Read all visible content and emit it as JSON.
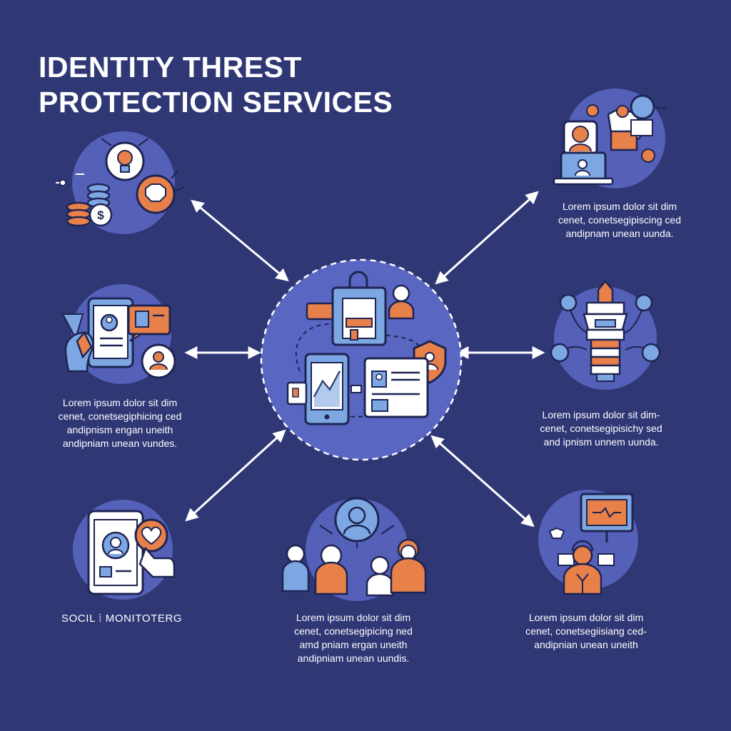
{
  "title": {
    "line1": "IDENTITY THREST",
    "line2": "PROTECTION SERVICES"
  },
  "captions": {
    "top_right": [
      "Lorem ipsum dolor sit dim",
      "cenet, conetsegipiscing ced",
      "andipnam unean uunda."
    ],
    "middle_left": [
      "Lorem ipsum dolor sit dim",
      "cenet, conetsegiphicing ced",
      "andipnism engan uneith",
      "andipniam unean vundes."
    ],
    "middle_right": [
      "Lorem ipsum dolor sit dim-",
      "cenet, conetsegipisichy sed",
      "and ipnism unnem uunda."
    ],
    "bottom_center": [
      "Lorem ipsum dolor sit dim",
      "cenet, conetsegipicing ned",
      "amd pniam ergan uneith",
      "andipniam unean uundis."
    ],
    "bottom_right": [
      "Lorem ipsum dolor sit dim",
      "cenet, conetsegiisiang ced-",
      "andipnian unean uneith"
    ]
  },
  "social_label": "SOCIL ⁞ MONITOTERG",
  "colors": {
    "background": "#2f3775",
    "circle": "#5560b8",
    "hub": "#5a67c2",
    "accent_orange": "#e8804a",
    "accent_blue": "#7da7e2",
    "outline": "#1e2452",
    "white": "#ffffff"
  },
  "icons": {
    "center": [
      "id-badge-icon",
      "person-icon",
      "shield-user-icon",
      "tablet-chart-icon",
      "id-card-icon",
      "card-reader-icon"
    ],
    "top_left": [
      "lightbulb-icon",
      "coin-stack-icon",
      "dollar-coin-icon",
      "gear-icon"
    ],
    "top_right": [
      "laptop-user-icon",
      "folder-icon",
      "webcam-user-icon"
    ],
    "middle_left": [
      "mobile-profile-icon",
      "chat-bubble-icon",
      "hand-icon",
      "user-circle-icon"
    ],
    "middle_right": [
      "server-stack-icon",
      "network-node-icon"
    ],
    "bottom_left": [
      "tablet-heart-icon",
      "hand-pointer-icon"
    ],
    "bottom_center": [
      "user-circle-icon",
      "people-group-icon"
    ],
    "bottom_right": [
      "monitor-icon",
      "operator-icon"
    ]
  }
}
